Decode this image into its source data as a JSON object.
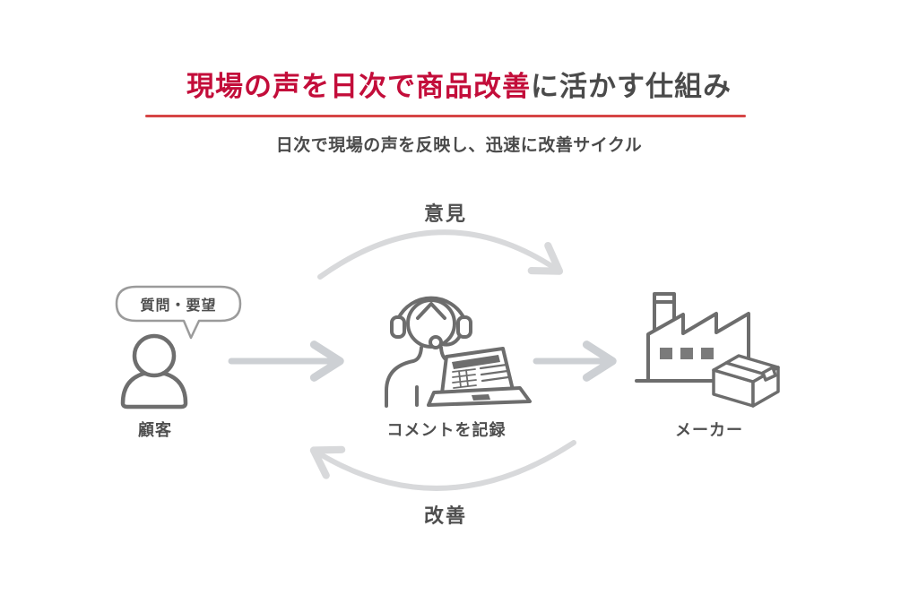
{
  "header": {
    "title_highlight": "現場の声を日次で商品改善",
    "title_rest": "に活かす仕組み",
    "subtitle": "日次で現場の声を反映し、迅速に改善サイクル"
  },
  "diagram": {
    "flows": {
      "top": "意見",
      "bottom": "改善"
    },
    "nodes": {
      "customer": {
        "label": "顧客",
        "bubble": "質問・要望"
      },
      "operator": {
        "label": "コメントを記録"
      },
      "maker": {
        "label": "メーカー"
      }
    }
  },
  "colors": {
    "title_highlight": "#c30d3a",
    "title_rest": "#4a4a4a",
    "divider": "#d64545",
    "icon_stroke": "#6d6d6d",
    "bubble_stroke": "#9b9b9b",
    "arrow_curved": "#d8d9db",
    "arrow_straight": "#cdd0d4",
    "label_text": "#4f4f4f"
  }
}
